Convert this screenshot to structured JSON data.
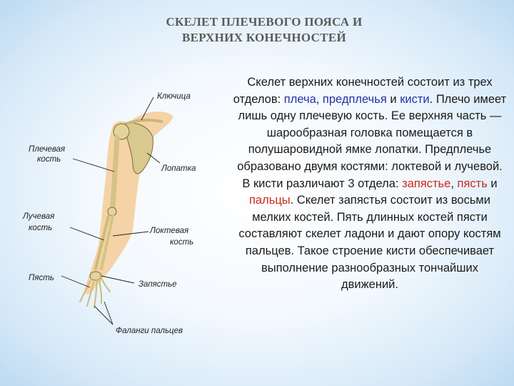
{
  "title": {
    "line1": "СКЕЛЕТ ПЛЕЧЕВОГО ПОЯСА И",
    "line2": "ВЕРХНИХ КОНЕЧНОСТЕЙ"
  },
  "figure": {
    "labels": {
      "clavicle": "Ключица",
      "humerus_line1": "Плечевая",
      "humerus_line2": "кость",
      "scapula": "Лопатка",
      "radius_line1": "Лучевая",
      "radius_line2": "кость",
      "ulna_line1": "Локтевая",
      "ulna_line2": "кость",
      "metacarpus": "Пясть",
      "wrist": "Запястье",
      "phalanges": "Фаланги пальцев"
    }
  },
  "text": {
    "p1_a": "Скелет верхних конечностей состоит из трех отделов: ",
    "p1_shoulder": "плеча",
    "p1_sep1": ", ",
    "p1_forearm": "предплечья",
    "p1_and": " и ",
    "p1_hand": "кисти",
    "p1_b": ". Плечо имеет лишь одну плечевую кость. Ее верхняя часть — шарообразная головка помещается в полушаровидной ямке лопатки. Предплечье образовано двумя костями: локтевой и лучевой.",
    "p2_a": "В кисти различают 3 отдела: ",
    "p2_wrist": "запястье",
    "p2_sep1": ", ",
    "p2_metacarpus": "пясть",
    "p2_and": " и ",
    "p2_fingers": "пальцы",
    "p2_b": ". Скелет запястья состоит из восьми мелких костей. Пять длинных костей пясти составляют скелет ладони и дают опору костям пальцев. Такое строение кисти обеспечивает выполнение разнообразных тончайших движений."
  },
  "colors": {
    "title": "#5a5a5a",
    "highlight_blue": "#2233aa",
    "highlight_red": "#cc2b1d",
    "bone": "#d9c98e",
    "skin": "#f5d3a6"
  }
}
